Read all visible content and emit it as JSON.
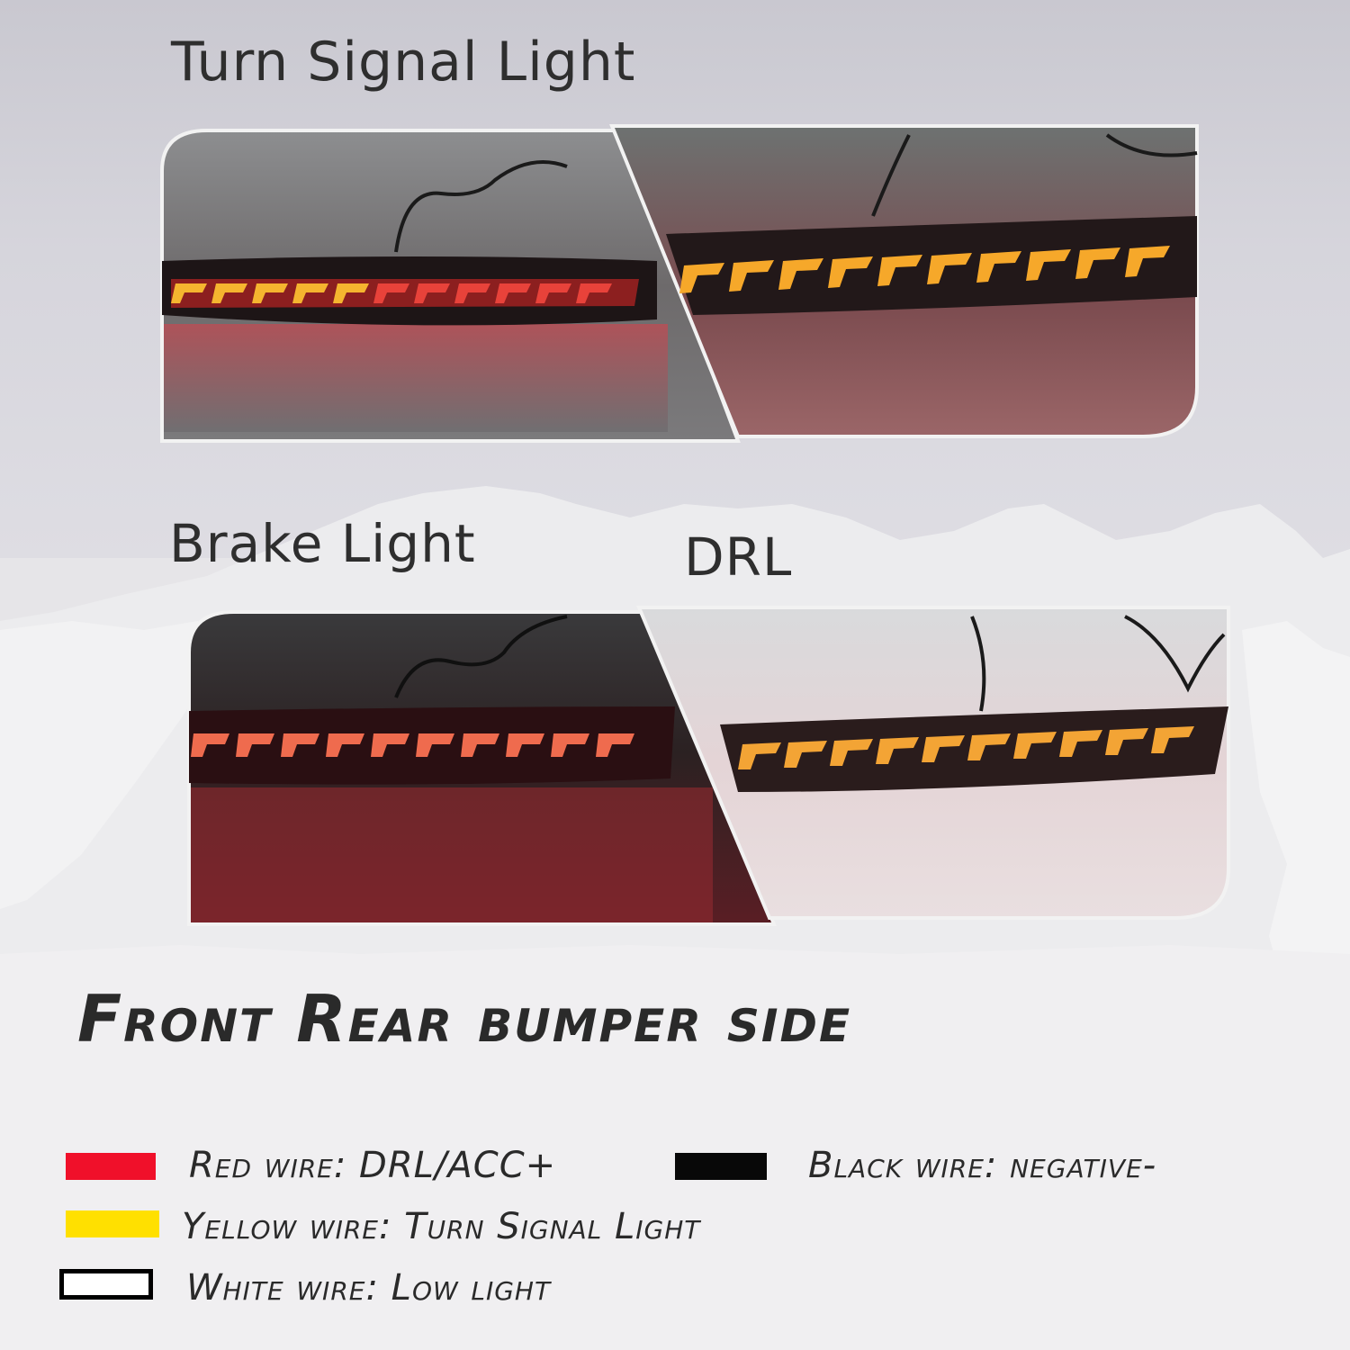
{
  "panels": {
    "turn_signal_label": "Turn Signal Light",
    "brake_label": "Brake Light",
    "drl_label": "DRL"
  },
  "title": "Front Rear bumper side",
  "legend": [
    {
      "color": "#f0102a",
      "text": "Red wire: DRL/ACC+",
      "swatch": "red-wire-swatch"
    },
    {
      "color": "#080808",
      "text": "Black wire: negative-",
      "swatch": "black-wire-swatch"
    },
    {
      "color": "#ffe000",
      "text": "Yellow wire: Turn Signal Light",
      "swatch": "yellow-wire-swatch"
    },
    {
      "color": "#ffffff",
      "text": "White wire: Low light",
      "swatch": "white-wire-swatch"
    }
  ]
}
